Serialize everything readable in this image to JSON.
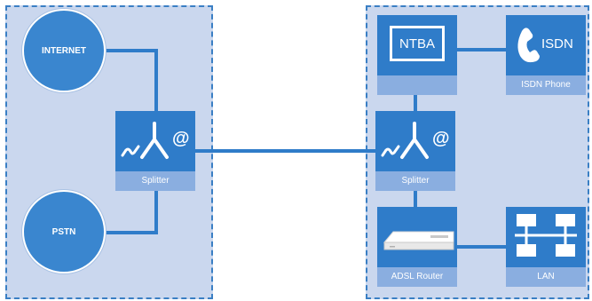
{
  "colors": {
    "zone": "#cad7ee",
    "zone_border": "#3a7fc4",
    "node": "#2f7cc9",
    "caption": "#8aaee0",
    "wire": "#2f7cc9"
  },
  "nodes": {
    "internet": {
      "label": "INTERNET"
    },
    "pstn": {
      "label": "PSTN"
    },
    "splitter_left": {
      "label": "Splitter",
      "symbol": "@"
    },
    "splitter_right": {
      "label": "Splitter",
      "symbol": "@"
    },
    "ntba": {
      "label": "NTBA"
    },
    "isdn_phone": {
      "label": "ISDN Phone",
      "badge": "ISDN"
    },
    "adsl_router": {
      "label": "ADSL Router"
    },
    "lan": {
      "label": "LAN"
    }
  }
}
